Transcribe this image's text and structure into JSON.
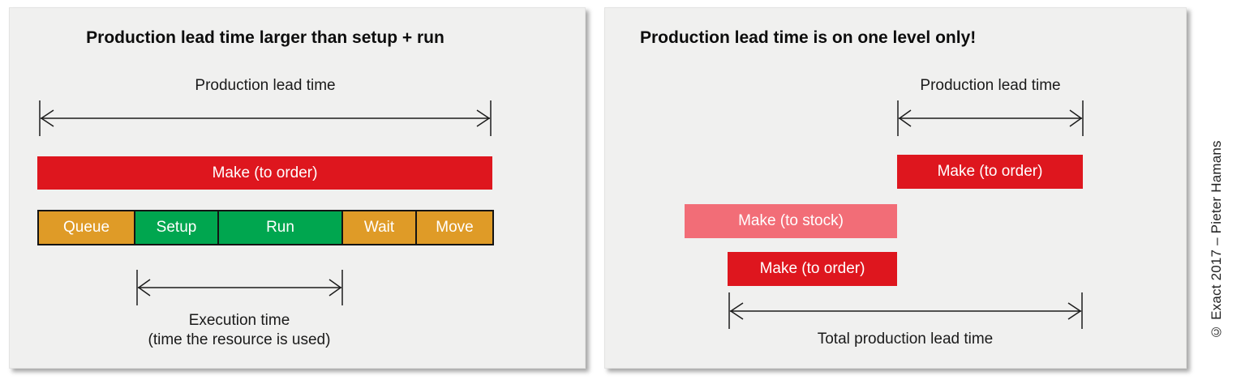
{
  "colors": {
    "red": "#DE161E",
    "salmon": "#F26D77",
    "gold": "#DF9B27",
    "green": "#00A64F",
    "panel_bg": "#F0F0EF"
  },
  "left_panel": {
    "title": "Production lead time larger than setup + run",
    "lead_time_label": "Production lead time",
    "make_bar_label": "Make (to order)",
    "segments": [
      {
        "label": "Queue",
        "color": "#DF9B27"
      },
      {
        "label": "Setup",
        "color": "#00A64F"
      },
      {
        "label": "Run",
        "color": "#00A64F"
      },
      {
        "label": "Wait",
        "color": "#DF9B27"
      },
      {
        "label": "Move",
        "color": "#DF9B27"
      }
    ],
    "execution_label": "Execution time",
    "execution_sublabel": "(time the resource is used)"
  },
  "right_panel": {
    "title": "Production lead time is on one level only!",
    "lead_time_label": "Production lead time",
    "make_to_order_top_label": "Make (to order)",
    "make_to_stock_label": "Make (to stock)",
    "make_to_order_bottom_label": "Make (to order)",
    "total_label": "Total production lead time"
  },
  "footer": {
    "copyright": "© Exact 2017 – Pieter Hamans"
  }
}
